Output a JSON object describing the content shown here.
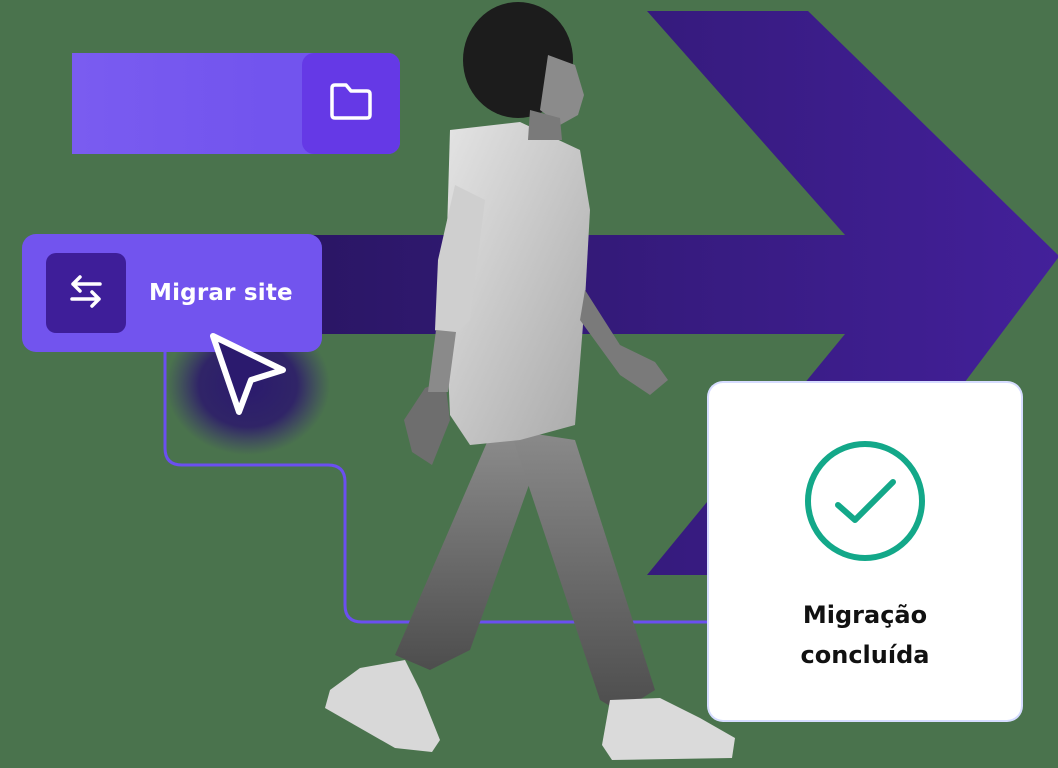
{
  "scene": {
    "background_color": "#4a734d",
    "arrow_color": "#3a1b86",
    "connector_color": "#6b4ff0"
  },
  "folder_card": {
    "icon": "folder-icon",
    "pill_color": "#7254ee",
    "button_color": "#6539e6"
  },
  "migrate_button": {
    "icon": "swap-arrows-icon",
    "label": "Migrar site",
    "color": "#7254ee",
    "icon_bg": "#3e1e99"
  },
  "cursor": {
    "icon": "pointer-cursor-icon"
  },
  "person": {
    "description": "black-and-white photo of a person walking in a hoodie, jeans and sneakers"
  },
  "success_card": {
    "icon": "check-circle-icon",
    "accent_color": "#13a889",
    "line1": "Migração",
    "line2": "concluída"
  }
}
